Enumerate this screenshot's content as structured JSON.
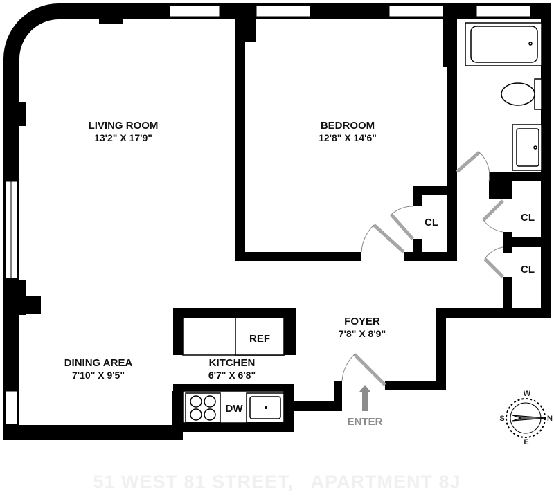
{
  "plan": {
    "rooms": {
      "living_room": {
        "name": "LIVING ROOM",
        "dims": "13'2\" X 17'9\""
      },
      "bedroom": {
        "name": "BEDROOM",
        "dims": "12'8\" X 14'6\""
      },
      "foyer": {
        "name": "FOYER",
        "dims": "7'8\" X 8'9\""
      },
      "dining_area": {
        "name": "DINING AREA",
        "dims": "7'10\" X 9'5\""
      },
      "kitchen": {
        "name": "KITCHEN",
        "dims": "6'7\" X 6'8\""
      }
    },
    "closets": {
      "bedroom_closet": "CL",
      "hall_closet_upper": "CL",
      "hall_closet_lower": "CL"
    },
    "appliances": {
      "refrigerator": "REF",
      "dishwasher": "DW"
    },
    "entry_label": "ENTER",
    "compass": {
      "north": "N",
      "south": "S",
      "east": "E",
      "west": "W"
    },
    "address": "51 WEST 81 STREET,   APARTMENT 8J",
    "colors": {
      "wall": "#000000",
      "door": "#a6a6a6",
      "entry_arrow": "#8c8c8c",
      "address_text": "#f0f0f0"
    }
  }
}
